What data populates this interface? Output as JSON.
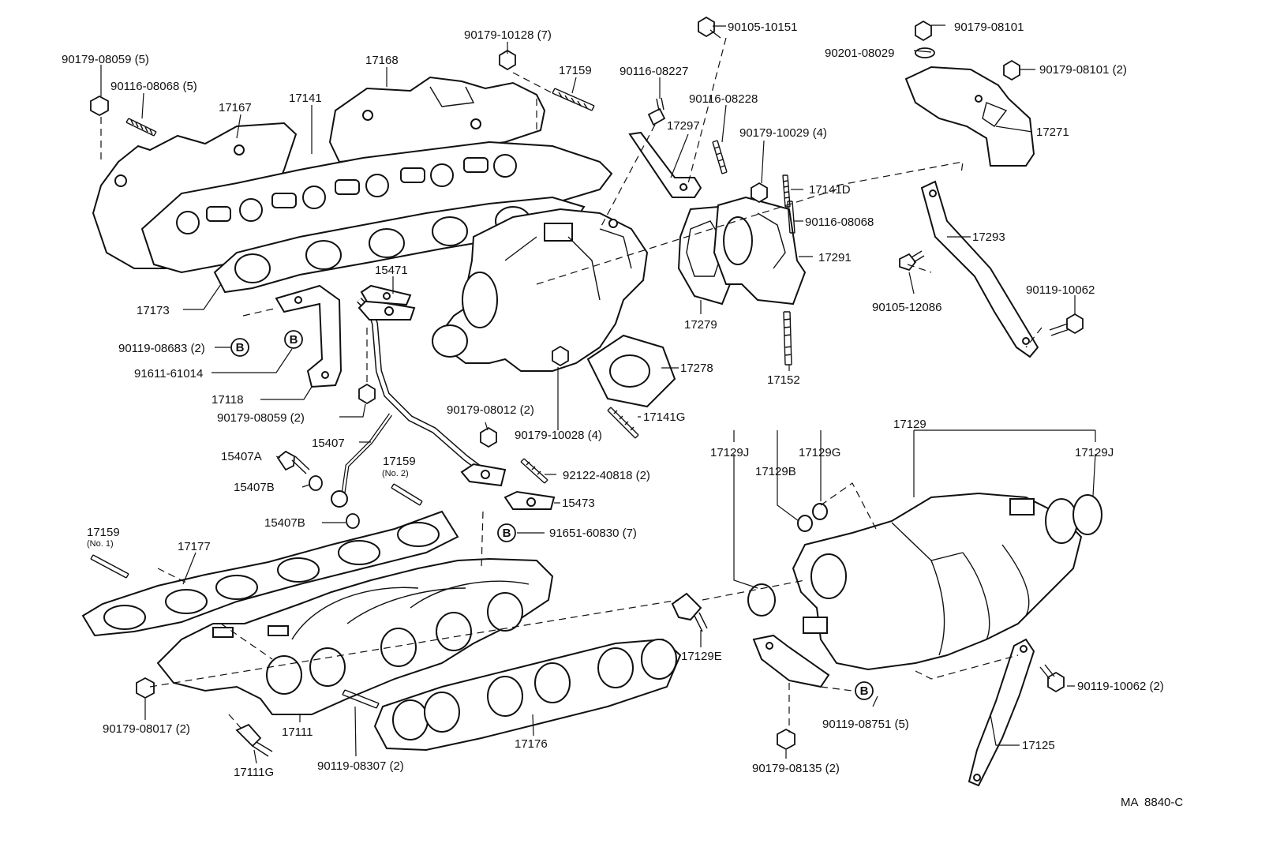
{
  "diagram_code": "MA  8840-C",
  "labels": {
    "p90179_08059_5": "90179-08059 (5)",
    "p90116_08068_5": "90116-08068 (5)",
    "p17168": "17168",
    "p17167": "17167",
    "p17141": "17141",
    "p90179_10128_7": "90179-10128 (7)",
    "p17159": "17159",
    "p90105_10151": "90105-10151",
    "p90116_08227": "90116-08227",
    "p90116_08228": "90116-08228",
    "p17297": "17297",
    "p90179_10029_4": "90179-10029 (4)",
    "p90179_08101": "90179-08101",
    "p90201_08029": "90201-08029",
    "p90179_08101_2": "90179-08101 (2)",
    "p17271": "17271",
    "p17141D": "17141D",
    "p90116_08068": "90116-08068",
    "p17293": "17293",
    "p17291": "17291",
    "p90105_12086": "90105-12086",
    "p90119_10062": "90119-10062",
    "p17173": "17173",
    "p15471": "15471",
    "p90119_08683_2": "90119-08683 (2)",
    "p91611_61014": "91611-61014",
    "p17118": "17118",
    "p17279": "17279",
    "p17278": "17278",
    "p17152": "17152",
    "p90179_08059_2": "90179-08059 (2)",
    "p90179_08012_2": "90179-08012 (2)",
    "p17141G": "17141G",
    "p90179_10028_4": "90179-10028 (4)",
    "p15407": "15407",
    "p15407A": "15407A",
    "p17159_no2": "17159",
    "p17159_no2_sub": "(No. 2)",
    "p92122_40818_2": "92122-40818 (2)",
    "p15407B_a": "15407B",
    "p15473": "15473",
    "p15407B_b": "15407B",
    "p91651_60830_7": "91651-60830 (7)",
    "p17129": "17129",
    "p17129J_a": "17129J",
    "p17129G": "17129G",
    "p17129B": "17129B",
    "p17129J_b": "17129J",
    "p17159_no1": "17159",
    "p17159_no1_sub": "(No. 1)",
    "p17177": "17177",
    "p17129E": "17129E",
    "p90119_10062_2": "90119-10062 (2)",
    "p90179_08017_2": "90179-08017 (2)",
    "p17111": "17111",
    "p17176": "17176",
    "p90119_08751_5": "90119-08751 (5)",
    "p17125": "17125",
    "p17111G": "17111G",
    "p90119_08307_2": "90119-08307 (2)",
    "p90179_08135_2": "90179-08135 (2)"
  },
  "callout_marker": "B"
}
